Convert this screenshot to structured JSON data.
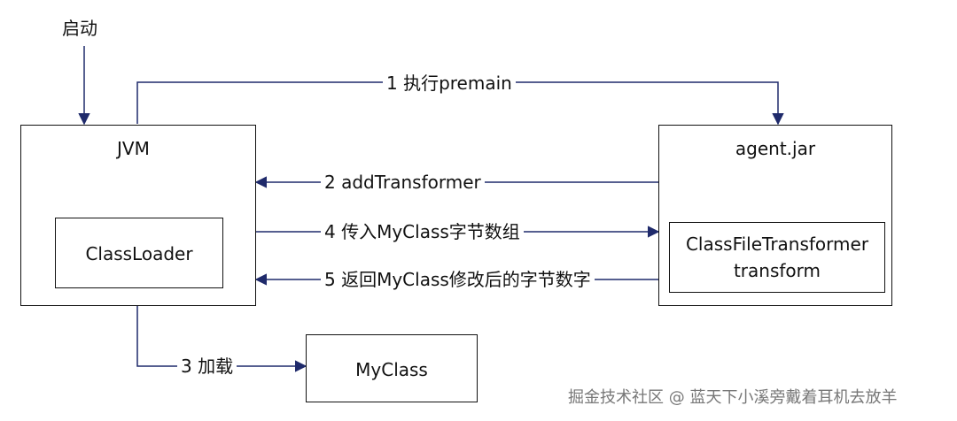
{
  "start_label": "启动",
  "boxes": {
    "jvm": "JVM",
    "classloader": "ClassLoader",
    "agent_jar": "agent.jar",
    "transformer_line1": "ClassFileTransformer",
    "transformer_line2": "transform",
    "myclass": "MyClass"
  },
  "arrows": {
    "step1": "1 执行premain",
    "step2": "2 addTransformer",
    "step3": "3 加载",
    "step4": "4 传入MyClass字节数组",
    "step5": "5 返回MyClass修改后的字节数字"
  },
  "watermark": "掘金技术社区 @ 蓝天下小溪旁戴着耳机去放羊",
  "colors": {
    "arrow": "#1f2a6b",
    "box_border": "#111111",
    "text": "#111111"
  }
}
